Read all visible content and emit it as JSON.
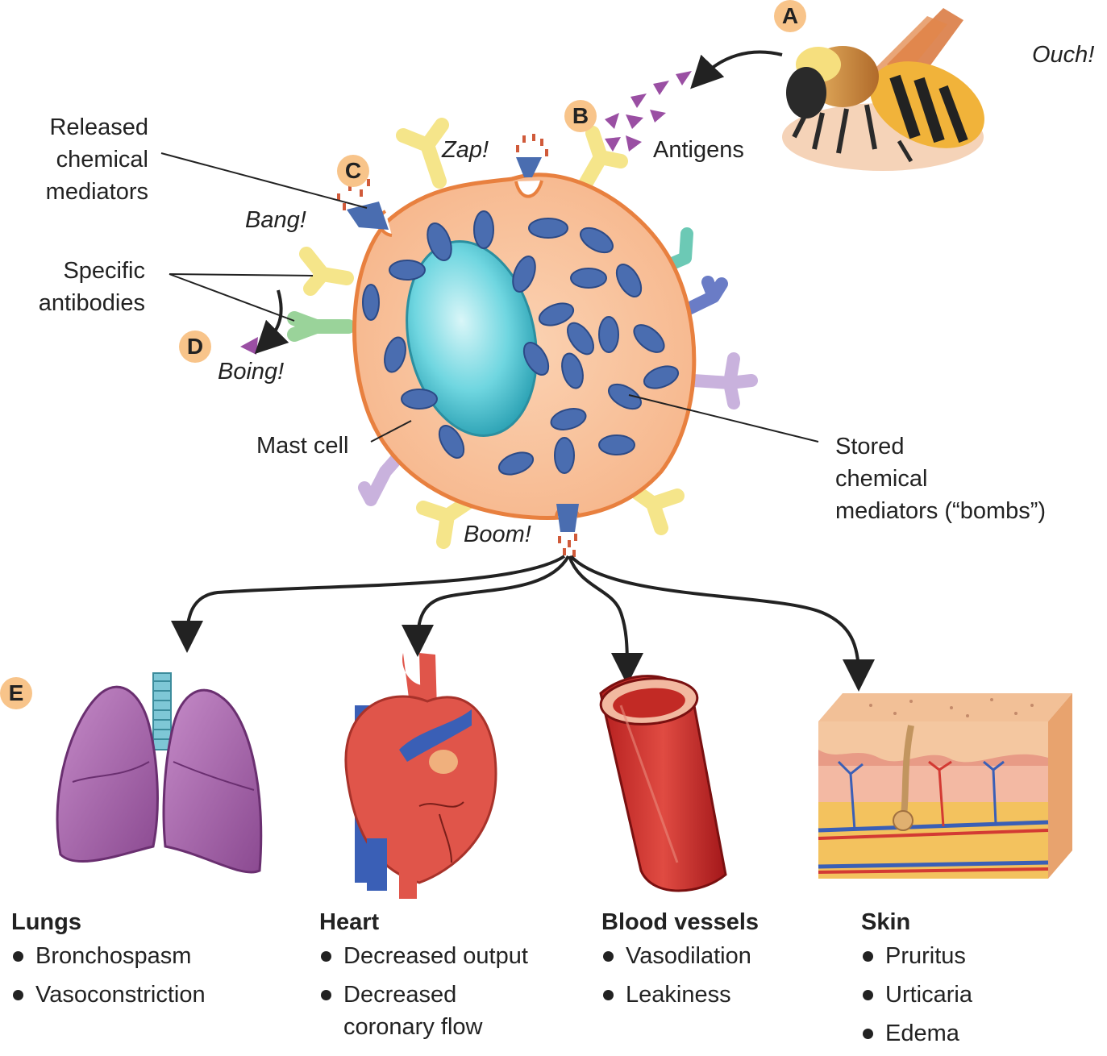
{
  "badges": {
    "a": "A",
    "b": "B",
    "c": "C",
    "d": "D",
    "e": "E"
  },
  "labels": {
    "ouch": "Ouch!",
    "antigens": "Antigens",
    "zap": "Zap!",
    "bang": "Bang!",
    "boing": "Boing!",
    "boom": "Boom!",
    "released_1": "Released",
    "released_2": "chemical",
    "released_3": "mediators",
    "specific_1": "Specific",
    "specific_2": "antibodies",
    "mast_cell": "Mast cell",
    "stored_1": "Stored",
    "stored_2": "chemical",
    "stored_3": "mediators (“bombs”)"
  },
  "organs": [
    {
      "title": "Lungs",
      "effects": [
        "Bronchospasm",
        "Vasoconstriction"
      ]
    },
    {
      "title": "Heart",
      "effects": [
        "Decreased output",
        "Decreased coronary flow"
      ]
    },
    {
      "title": "Blood vessels",
      "effects": [
        "Vasodilation",
        "Leakiness"
      ]
    },
    {
      "title": "Skin",
      "effects": [
        "Pruritus",
        "Urticaria",
        "Edema"
      ]
    }
  ],
  "colors": {
    "cell_fill": "#f9c39b",
    "cell_border": "#e8803f",
    "nucleus": "#5fd0dc",
    "granule": "#4a6db0",
    "antigen": "#9a4fa3",
    "antibody_yellow": "#f5e58a",
    "antibody_green": "#9ad39a",
    "antibody_teal": "#6cc9b5",
    "antibody_blue": "#6a7cc6",
    "antibody_lilac": "#c9b2dd",
    "lung": "#a565a8",
    "heart": "#e0554a",
    "vessel": "#d33a33",
    "skin": "#f4b58d"
  }
}
